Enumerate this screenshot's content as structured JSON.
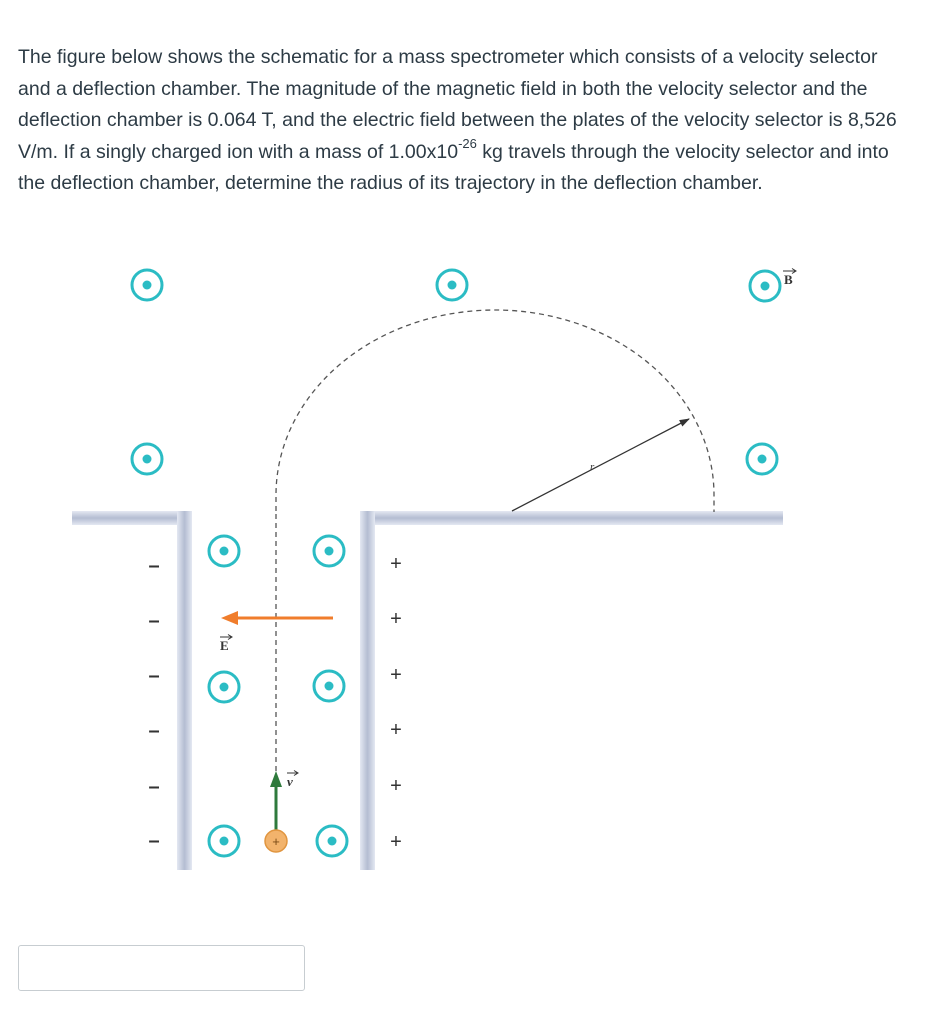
{
  "question": {
    "part1": "The figure below shows the schematic for a mass spectrometer which consists of a velocity selector and a deflection chamber. The magnitude of the magnetic field in both the velocity selector and the deflection chamber is 0.064 T, and the electric field between the plates of the velocity selector is 8,526 V/m. If a singly charged ion with a mass of 1.00x10",
    "exponent": "-26",
    "part2": " kg travels through the velocity selector and into the deflection chamber, determine the radius of its trajectory in the deflection chamber."
  },
  "figure": {
    "b_label": "B",
    "e_label": "E",
    "v_label": "v",
    "r_label": "r",
    "ion_sign": "+",
    "plus_sign": "+",
    "minus_sign": "–",
    "colors": {
      "field_dot": "#2bbcc4",
      "plate": "#c6cfe0",
      "e_arrow": "#f07d2c",
      "v_arrow": "#2e7a3c",
      "ion": "#f2b36c",
      "path": "#555555"
    }
  },
  "answer": {
    "value": "",
    "placeholder": ""
  }
}
